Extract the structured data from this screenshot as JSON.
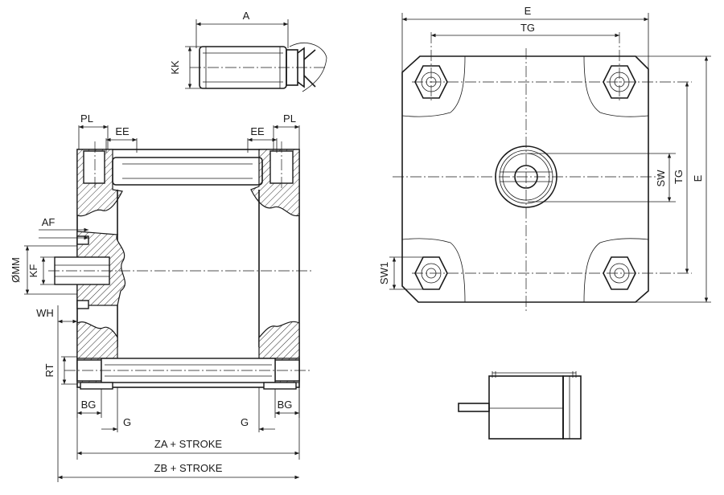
{
  "labels": {
    "a": "A",
    "kk": "KK",
    "pl": "PL",
    "ee": "EE",
    "af": "AF",
    "mm": "ØMM",
    "kf": "KF",
    "wh": "WH",
    "rt": "RT",
    "bg": "BG",
    "g": "G",
    "za": "ZA + STROKE",
    "zb": "ZB + STROKE",
    "e": "E",
    "tg": "TG",
    "sw": "SW",
    "sw1": "SW1"
  }
}
